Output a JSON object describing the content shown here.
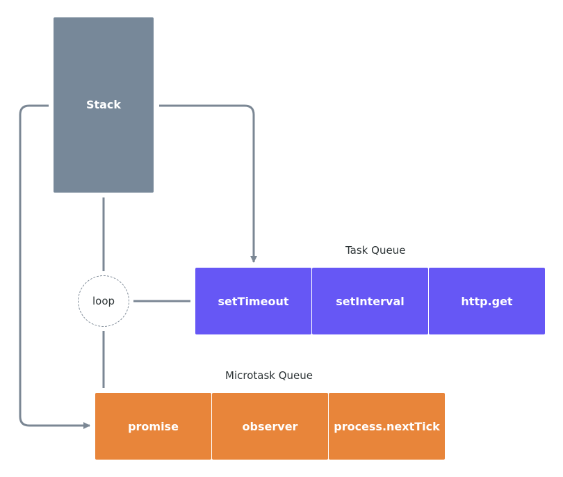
{
  "colors": {
    "stack": "#778899",
    "task": "#6657f5",
    "micro": "#e8853a",
    "connector": "#7b8794"
  },
  "stack": {
    "label": "Stack"
  },
  "loop": {
    "label": "loop"
  },
  "task_queue": {
    "title": "Task Queue",
    "items": [
      "setTimeout",
      "setInterval",
      "http.get"
    ]
  },
  "microtask_queue": {
    "title": "Microtask Queue",
    "items": [
      "promise",
      "observer",
      "process.nextTick"
    ]
  }
}
